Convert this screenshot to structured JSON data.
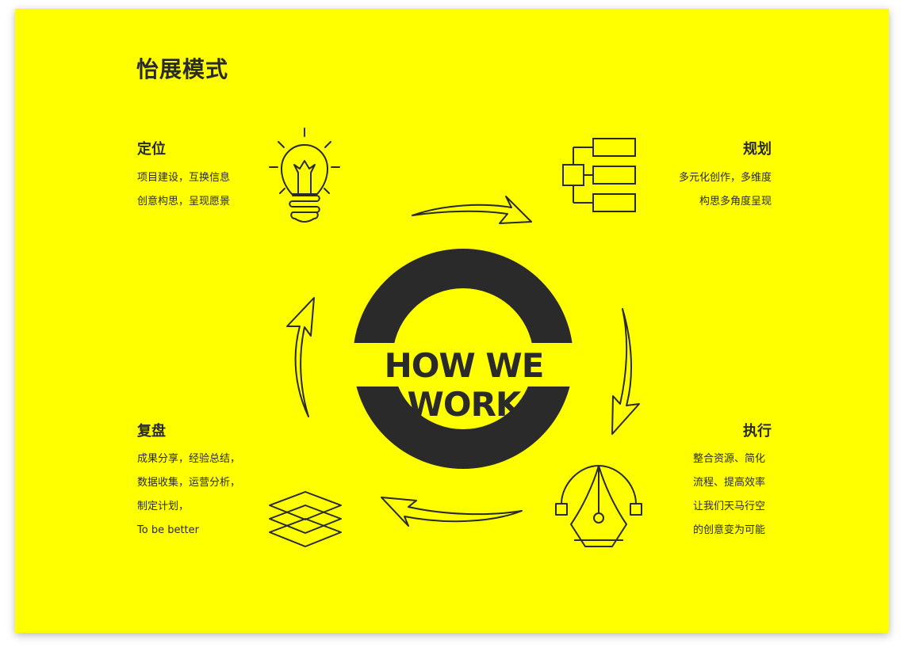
{
  "title": "怡展模式",
  "center_label": "HOW WE WORK",
  "colors": {
    "background": "#ffff00",
    "ink": "#2a2a2a"
  },
  "steps": {
    "positioning": {
      "heading": "定位",
      "icon": "lightbulb-icon",
      "lines": [
        "项目建设，互换信息",
        "创意构思，呈现愿景"
      ]
    },
    "planning": {
      "heading": "规划",
      "icon": "hierarchy-chart-icon",
      "lines": [
        "多元化创作，多维度",
        "构思多角度呈现"
      ]
    },
    "execution": {
      "heading": "执行",
      "icon": "pen-tool-icon",
      "lines": [
        "整合资源、简化",
        "流程、提高效率",
        "让我们天马行空",
        "的创意变为可能"
      ]
    },
    "review": {
      "heading": "复盘",
      "icon": "layers-icon",
      "lines": [
        "成果分享，经验总结，",
        "数据收集，运营分析，",
        "制定计划，",
        "To be better"
      ]
    }
  }
}
